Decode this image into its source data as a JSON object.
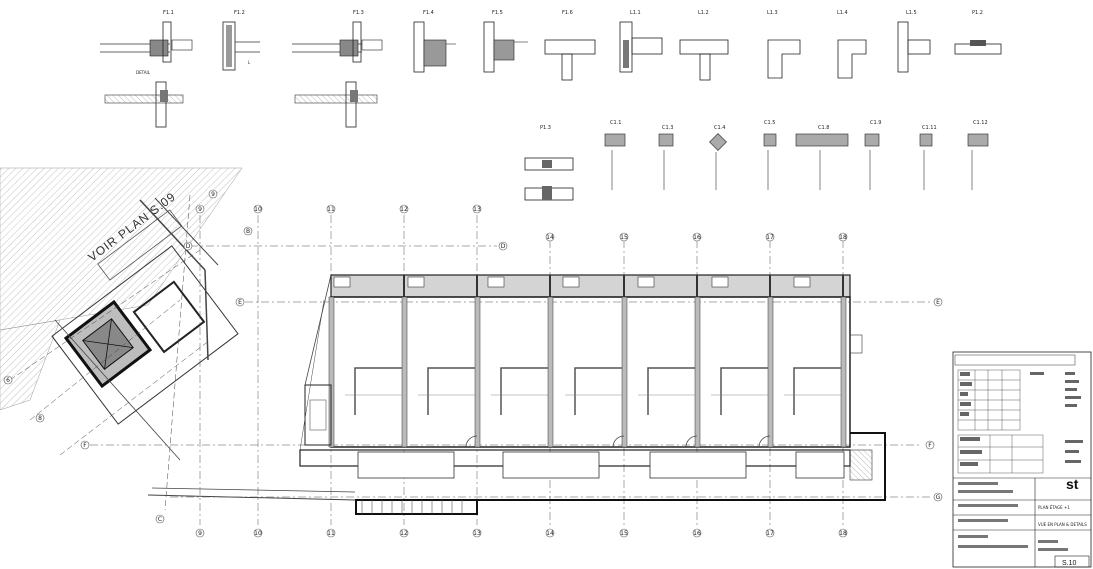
{
  "drawing": {
    "plan_reference": "VOIR PLAN S.09",
    "top_axes": [
      "9",
      "10",
      "11",
      "12",
      "13",
      "14",
      "15",
      "16",
      "17",
      "18"
    ],
    "row_axes": [
      "D",
      "E",
      "F",
      "G"
    ],
    "diagonal_axes": [
      "B",
      "C",
      "6",
      "8",
      "9"
    ]
  },
  "details_row1": [
    {
      "id": "d1",
      "label": "F1.1"
    },
    {
      "id": "d2",
      "label": "F1.2"
    },
    {
      "id": "d3",
      "label": "F1.3"
    },
    {
      "id": "d4",
      "label": "F1.4"
    },
    {
      "id": "d5",
      "label": "F1.5"
    },
    {
      "id": "d6",
      "label": "F1.6"
    },
    {
      "id": "d7",
      "label": "L1.1"
    },
    {
      "id": "d8",
      "label": "L1.2"
    },
    {
      "id": "d9",
      "label": "L1.3"
    },
    {
      "id": "d10",
      "label": "L1.4"
    },
    {
      "id": "d11",
      "label": "L1.5"
    },
    {
      "id": "d12",
      "label": "P1.2"
    }
  ],
  "details_row2": [
    {
      "id": "s0",
      "label": "P1.3"
    },
    {
      "id": "s1",
      "label": "C1.1"
    },
    {
      "id": "s2",
      "label": "C1.3"
    },
    {
      "id": "s3",
      "label": "C1.4"
    },
    {
      "id": "s4",
      "label": "C1.5"
    },
    {
      "id": "s5",
      "label": "C1.8"
    },
    {
      "id": "s6",
      "label": "C1.9"
    },
    {
      "id": "s7",
      "label": "C1.11"
    },
    {
      "id": "s8",
      "label": "C1.12"
    }
  ],
  "title_block": {
    "logo": "st",
    "sheet_number": "S.10",
    "title_line": "PLAN ÉTAGE +1",
    "subtitle_line": "VUE EN PLAN & DETAILS"
  }
}
